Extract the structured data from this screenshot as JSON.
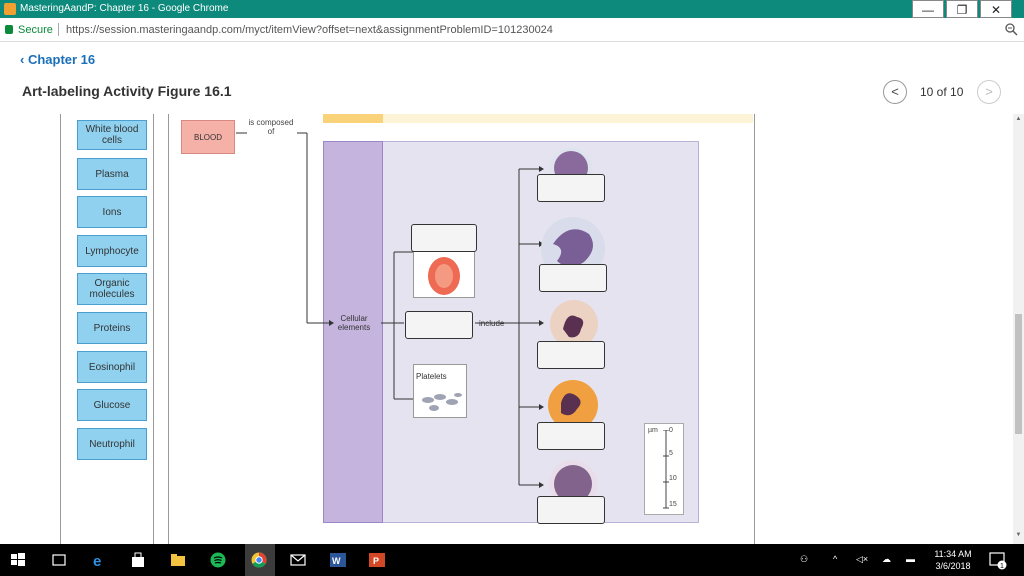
{
  "window": {
    "title": "MasteringAandP: Chapter 16 - Google Chrome",
    "controls": {
      "minimize": "—",
      "restore": "❐",
      "close": "✕"
    }
  },
  "address_bar": {
    "secure_label": "Secure",
    "url": "https://session.masteringaandp.com/myct/itemView?offset=next&assignmentProblemID=101230024"
  },
  "page": {
    "back_label": "Chapter 16",
    "title": "Art-labeling Activity Figure 16.1",
    "pager": {
      "text": "10 of 10",
      "prev": "<",
      "next": ">"
    }
  },
  "label_bank": {
    "items": [
      {
        "label": "White blood cells"
      },
      {
        "label": "Plasma"
      },
      {
        "label": "Ions"
      },
      {
        "label": "Lymphocyte"
      },
      {
        "label": "Organic molecules"
      },
      {
        "label": "Proteins"
      },
      {
        "label": "Eosinophil"
      },
      {
        "label": "Glucose"
      },
      {
        "label": "Neutrophil"
      }
    ]
  },
  "figure": {
    "blood": "BLOOD",
    "composed_of": "is composed of",
    "cellular_elements": "Cellular elements",
    "include": "include",
    "platelets": "Platelets",
    "scale": {
      "unit": "µm",
      "ticks": [
        "0",
        "5",
        "10",
        "15"
      ]
    },
    "colors": {
      "plasma_band": "#fdf3d6",
      "blood_box": "#f5b0a8",
      "panel": "#e6e3f0",
      "cellular_column": "#c5b4dd",
      "label_bank": "#8fd1ef"
    }
  },
  "taskbar": {
    "time": "11:34 AM",
    "date": "3/6/2018",
    "notification_count": "1",
    "icons": [
      "windows-start",
      "task-view",
      "edge",
      "store",
      "file-explorer",
      "spotify",
      "chrome",
      "mail",
      "word",
      "powerpoint"
    ]
  }
}
